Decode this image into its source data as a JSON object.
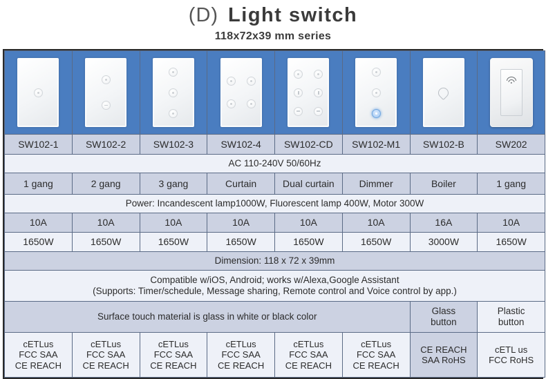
{
  "header": {
    "label": "(D)",
    "title": "Light  switch",
    "subtitle": "118x72x39 mm series"
  },
  "colors": {
    "image_background": "#4a7dc0",
    "row_dark": "#ccd2e2",
    "row_light": "#eef1f8",
    "border": "#5a6a85",
    "outer_border": "#2a2a2a"
  },
  "table": {
    "models": [
      "SW102-1",
      "SW102-2",
      "SW102-3",
      "SW102-4",
      "SW102-CD",
      "SW102-M1",
      "SW102-B",
      "SW202"
    ],
    "product_icons": [
      "touch-panel-1-button",
      "touch-panel-2-button",
      "touch-panel-3-button",
      "touch-panel-4-button",
      "touch-panel-6-button-curtain",
      "touch-panel-3-button-dimmer",
      "touch-panel-boiler-drop",
      "rocker-switch-wifi"
    ],
    "voltage": "AC 110-240V 50/60Hz",
    "gangs": [
      "1 gang",
      "2 gang",
      "3 gang",
      "Curtain",
      "Dual curtain",
      "Dimmer",
      "Boiler",
      "1 gang"
    ],
    "power_note": "Power: Incandescent lamp1000W, Fluorescent lamp 400W,  Motor 300W",
    "current": [
      "10A",
      "10A",
      "10A",
      "10A",
      "10A",
      "10A",
      "16A",
      "10A"
    ],
    "wattage": [
      "1650W",
      "1650W",
      "1650W",
      "1650W",
      "1650W",
      "1650W",
      "3000W",
      "1650W"
    ],
    "dimension": "Dimension: 118 x 72 x 39mm",
    "compatibility_line1": "Compatible w/iOS, Android; works w/Alexa,Google Assistant",
    "compatibility_line2": "(Supports: Timer/schedule, Message sharing, Remote control and Voice control by app.)",
    "surface_material": "Surface touch material is glass in white or black color",
    "button_material": {
      "glass_line1": "Glass",
      "glass_line2": "button",
      "plastic_line1": "Plastic",
      "plastic_line2": "button"
    },
    "certifications": [
      {
        "line1": "cETLus",
        "line2": "FCC SAA",
        "line3": "CE REACH"
      },
      {
        "line1": "cETLus",
        "line2": "FCC SAA",
        "line3": "CE REACH"
      },
      {
        "line1": "cETLus",
        "line2": "FCC SAA",
        "line3": "CE REACH"
      },
      {
        "line1": "cETLus",
        "line2": "FCC SAA",
        "line3": "CE REACH"
      },
      {
        "line1": "cETLus",
        "line2": "FCC SAA",
        "line3": "CE REACH"
      },
      {
        "line1": "cETLus",
        "line2": "FCC SAA",
        "line3": "CE REACH"
      },
      {
        "line1": "CE REACH",
        "line2": "SAA RoHS",
        "line3": ""
      },
      {
        "line1": "cETL us",
        "line2": "FCC RoHS",
        "line3": ""
      }
    ]
  }
}
